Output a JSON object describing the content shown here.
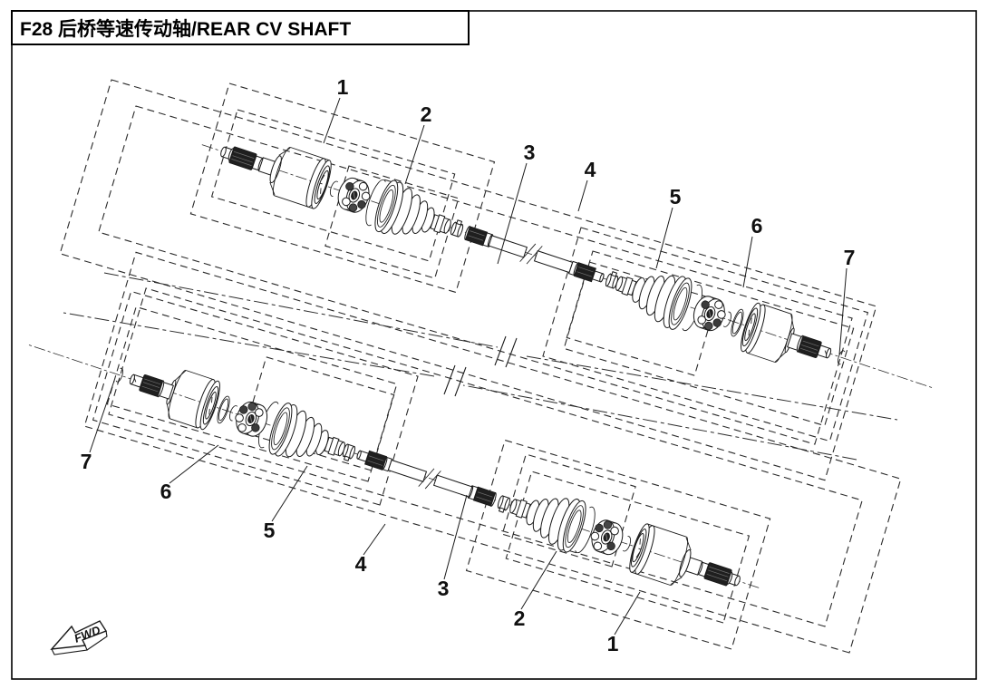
{
  "title": "F28 后桥等速传动轴/REAR CV SHAFT",
  "diagram": {
    "kind": "exploded parts diagram",
    "subject": "rear constant-velocity drive shaft, two shaft assemblies shown",
    "fwd_label": "FWD"
  },
  "callouts": {
    "upper": [
      "1",
      "2",
      "3",
      "4",
      "5",
      "6",
      "7"
    ],
    "lower": [
      "7",
      "6",
      "5",
      "4",
      "3",
      "2",
      "1"
    ]
  },
  "colors": {
    "background": "#ffffff",
    "line": "#1a1a1a",
    "spline_fill": "#1f1f1f"
  }
}
